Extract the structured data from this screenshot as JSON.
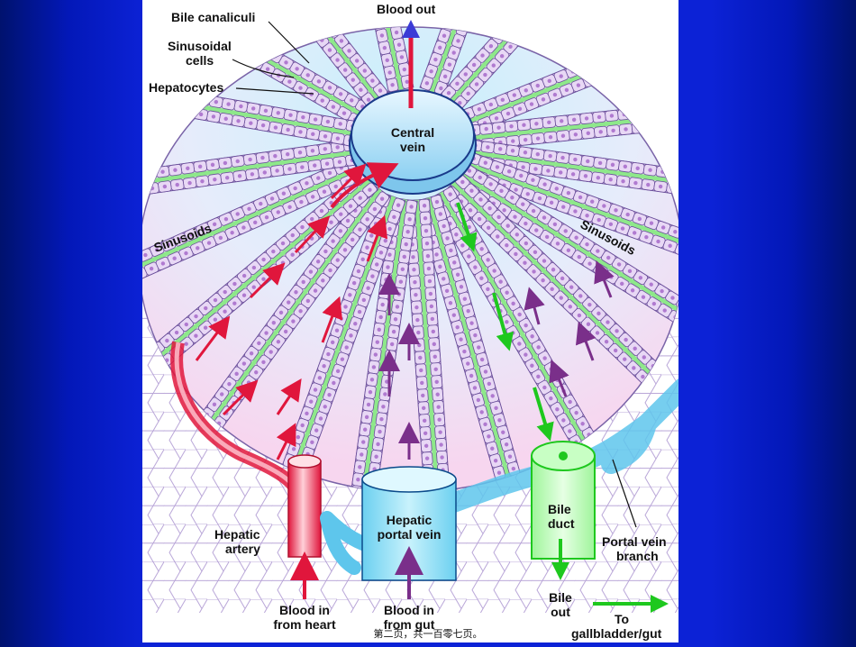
{
  "labels": {
    "bile_canaliculi": "Bile canaliculi",
    "sinusoidal_cells_line1": "Sinusoidal",
    "sinusoidal_cells_line2": "cells",
    "hepatocytes": "Hepatocytes",
    "blood_out": "Blood out",
    "central_vein_line1": "Central",
    "central_vein_line2": "vein",
    "sinusoids_left": "Sinusoids",
    "sinusoids_right": "Sinusoids",
    "hepatic_artery_line1": "Hepatic",
    "hepatic_artery_line2": "artery",
    "portal_vein_line1": "Hepatic",
    "portal_vein_line2": "portal vein",
    "bile_duct_line1": "Bile",
    "bile_duct_line2": "duct",
    "portal_branch_line1": "Portal vein",
    "portal_branch_line2": "branch",
    "blood_heart_line1": "Blood in",
    "blood_heart_line2": "from heart",
    "blood_gut_line1": "Blood in",
    "blood_gut_line2": "from gut",
    "bile_out_line1": "Bile",
    "bile_out_line2": "out",
    "to_gall_line1": "To",
    "to_gall_line2": "gallbladder/gut"
  },
  "footer": "第二页，共一百零七页。",
  "colors": {
    "background": "#0c22d6",
    "hepatocyte_fill": "#e8d8f5",
    "hepatocyte_stroke": "#6a4e9a",
    "nucleus": "#b07ad0",
    "sinusoid_green": "#8ee88a",
    "blood_red": "#e0163c",
    "portal_purple": "#7a2f8a",
    "bile_green": "#1ec81e",
    "central_vein": "#b6e2fa",
    "disk_center": "#c8f0fa",
    "disk_edge": "#f6d6ee"
  }
}
